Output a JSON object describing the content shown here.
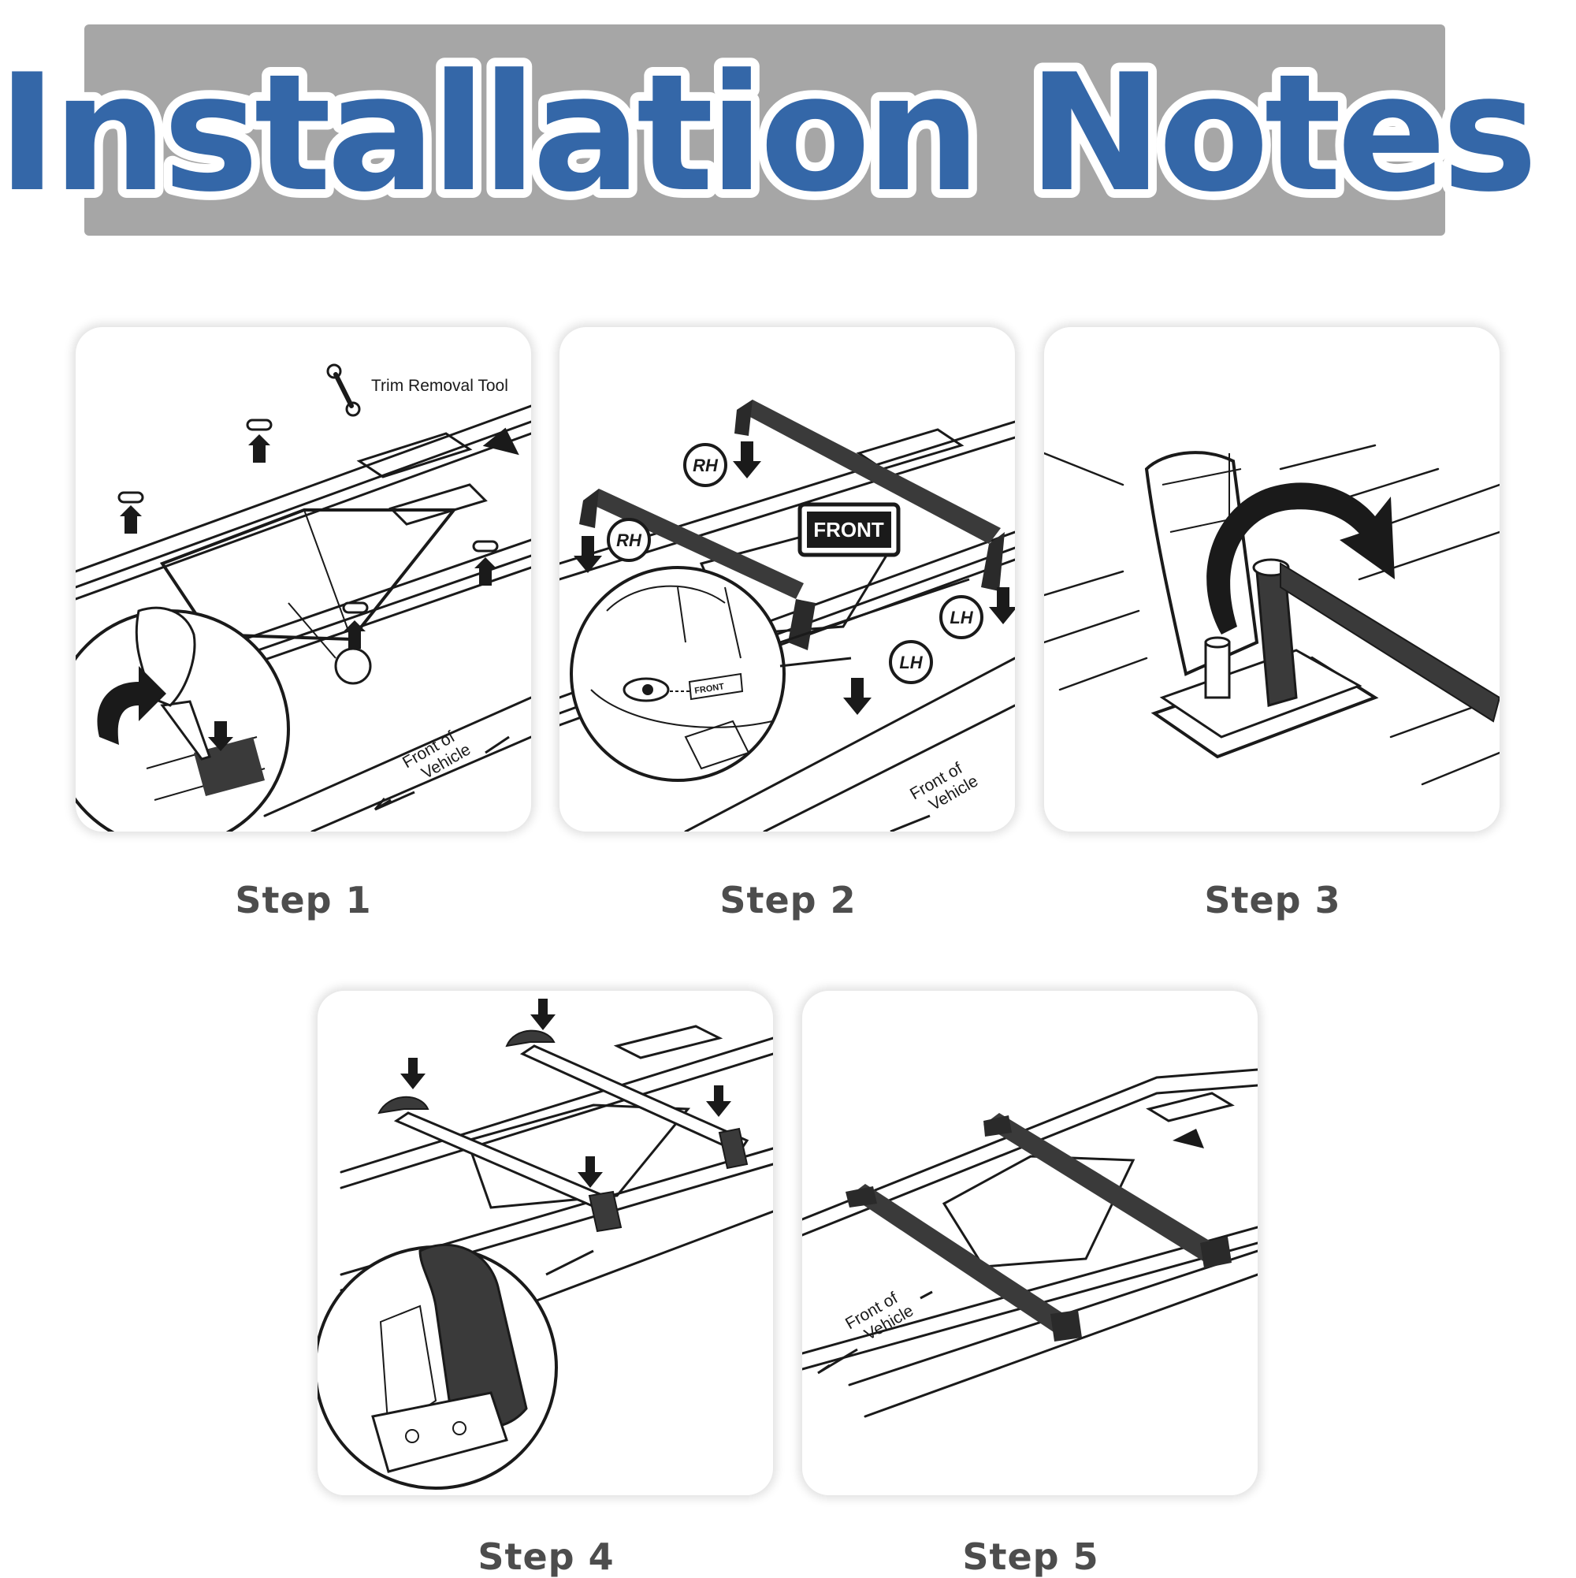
{
  "title": "Installation Notes",
  "colors": {
    "title_fill": "#3467a8",
    "title_outline": "#ffffff",
    "banner": "#a6a6a6",
    "caption": "#4d4d4d",
    "line_art": "#1a1a1a"
  },
  "steps": [
    {
      "caption": "Step 1",
      "labels": {
        "tool": "Trim Removal Tool",
        "front_line1": "Front of",
        "front_line2": "Vehicle"
      }
    },
    {
      "caption": "Step 2",
      "labels": {
        "rh": "RH",
        "lh": "LH",
        "front_box": "FRONT",
        "front_tag": "FRONT",
        "front_line1": "Front of",
        "front_line2": "Vehicle"
      }
    },
    {
      "caption": "Step 3",
      "labels": {}
    },
    {
      "caption": "Step 4",
      "labels": {}
    },
    {
      "caption": "Step 5",
      "labels": {
        "front_line1": "Front of",
        "front_line2": "Vehicle"
      }
    }
  ]
}
